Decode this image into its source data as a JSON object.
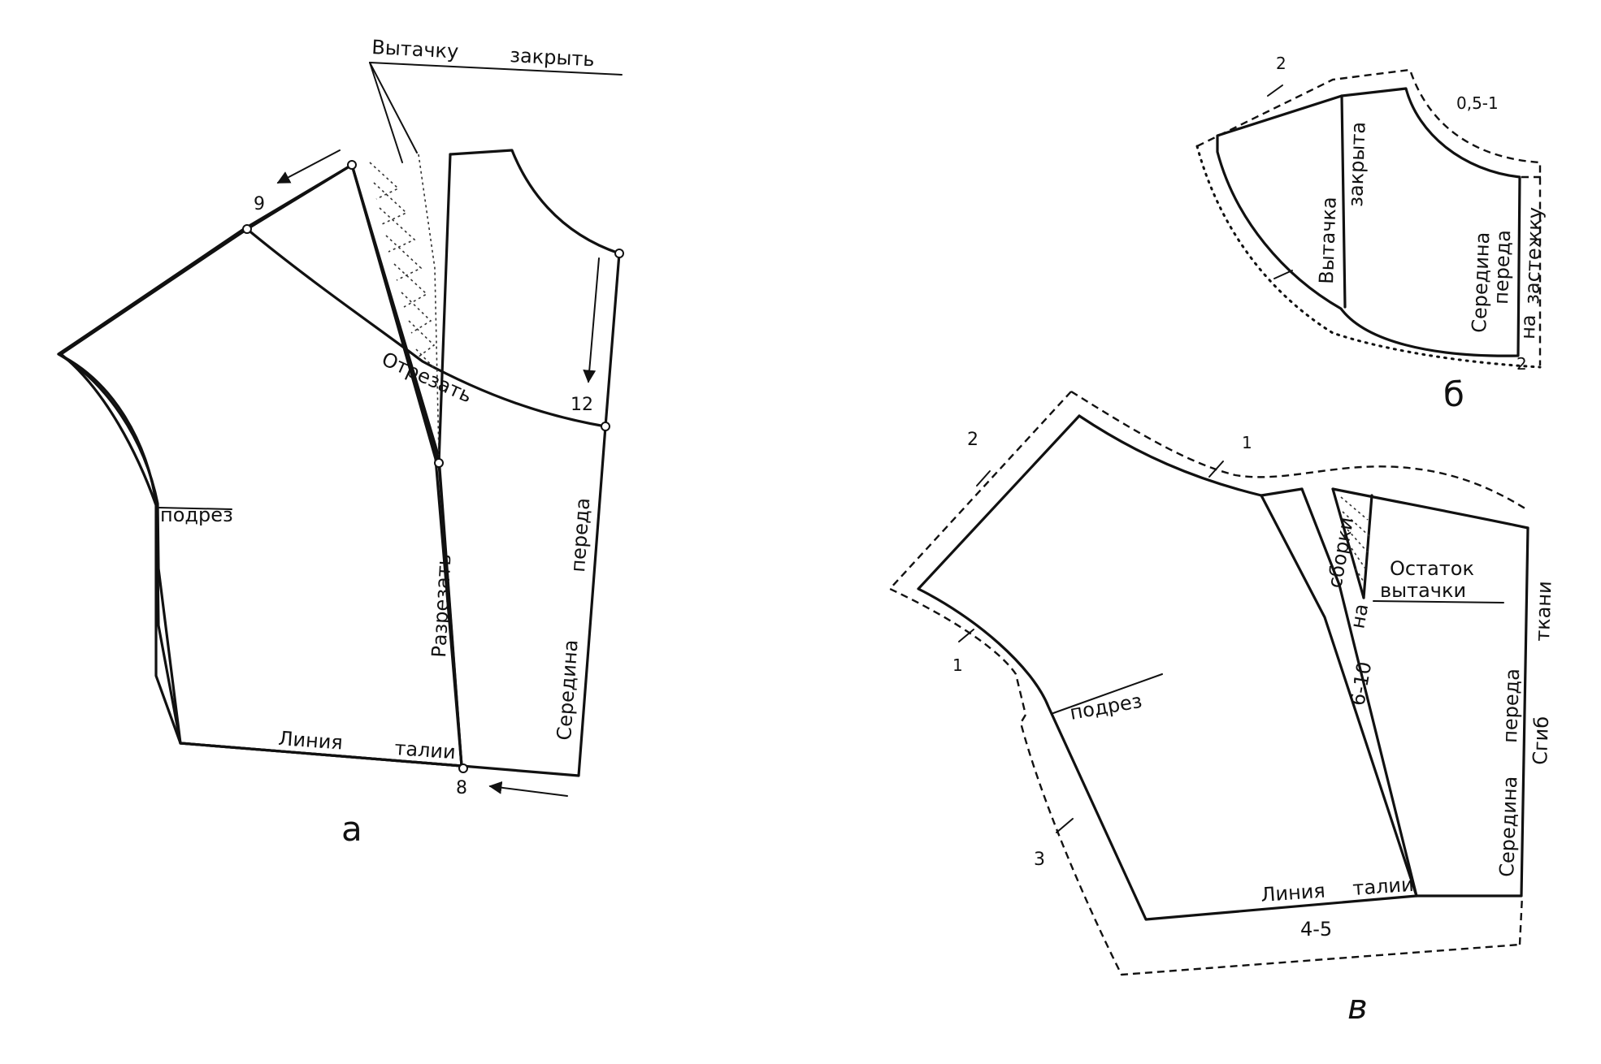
{
  "figure_a": {
    "letter": "а",
    "labels": {
      "dart_close": [
        "Вытачку",
        "закрыть"
      ],
      "cut_off": "Отрезать",
      "slash": "Разрезать",
      "center_front": [
        "Середина",
        "переда"
      ],
      "waist_line": [
        "Линия",
        "талии"
      ],
      "underbust": "подрез"
    },
    "marks": {
      "m9": "9",
      "m12": "12",
      "m8": "8"
    }
  },
  "figure_b": {
    "letter": "б",
    "labels": {
      "allowance": "0,5-1",
      "dart_closed": [
        "Вытачка",
        "закрыта"
      ],
      "center_front": [
        "Середина",
        "переда"
      ],
      "facing": [
        "на",
        "застежку"
      ],
      "mark_2": "2",
      "mark_2_bottom": "2"
    }
  },
  "figure_v": {
    "letter": "в",
    "labels": {
      "mark_1_top": "1",
      "mark_2": "2",
      "mark_1_side": "1",
      "mark_3": "3",
      "dart_rest": [
        "Остаток",
        "вытачки"
      ],
      "gathers": [
        "на",
        "сборки"
      ],
      "gather_amount": "6-10",
      "underbust": "подрез",
      "center_front": [
        "Середина",
        "переда"
      ],
      "fold": [
        "Сгиб",
        "ткани"
      ],
      "waist_line": [
        "Линия",
        "талии"
      ],
      "hem_allowance": "4-5"
    }
  },
  "colors": {
    "ink": "#111111",
    "paper": "#ffffff"
  }
}
